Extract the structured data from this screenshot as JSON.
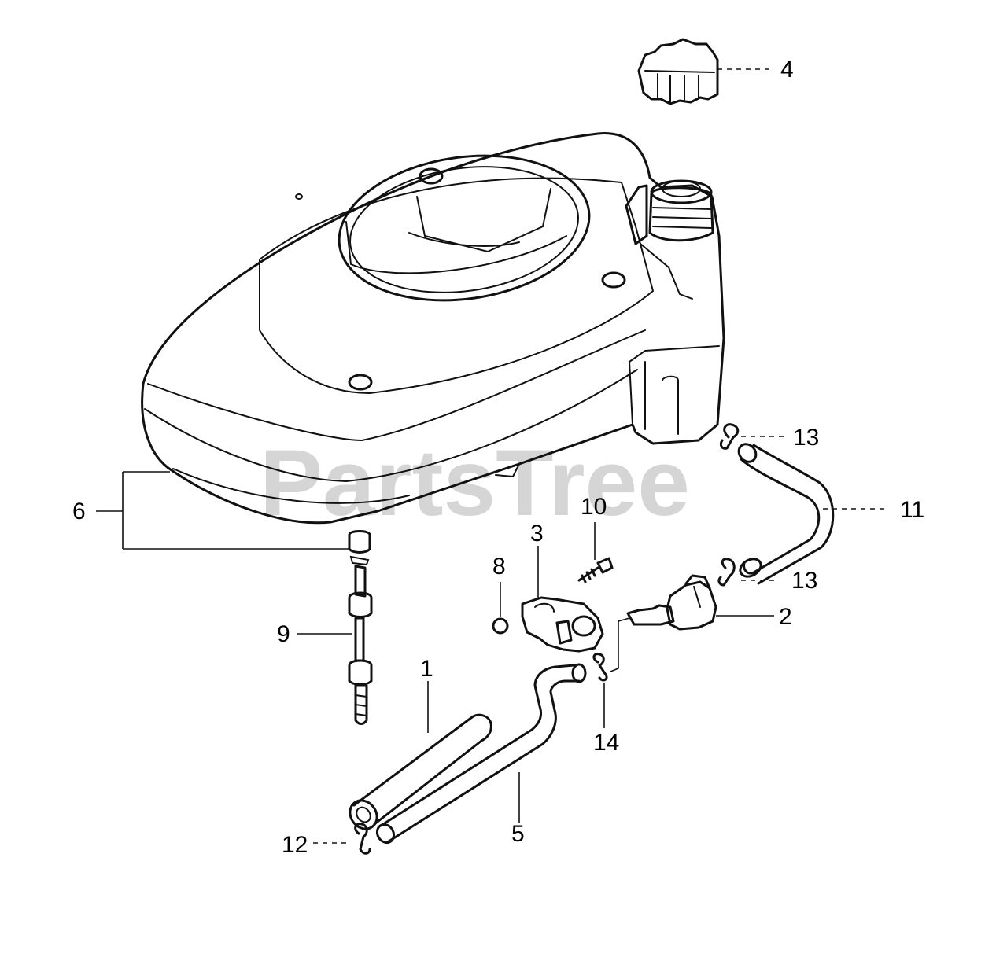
{
  "diagram": {
    "watermark": "PartsTree",
    "callouts": {
      "p1": "1",
      "p2": "2",
      "p3": "3",
      "p4": "4",
      "p5": "5",
      "p6": "6",
      "p8": "8",
      "p9": "9",
      "p10": "10",
      "p11": "11",
      "p12": "12",
      "p13a": "13",
      "p13b": "13",
      "p14": "14"
    }
  }
}
